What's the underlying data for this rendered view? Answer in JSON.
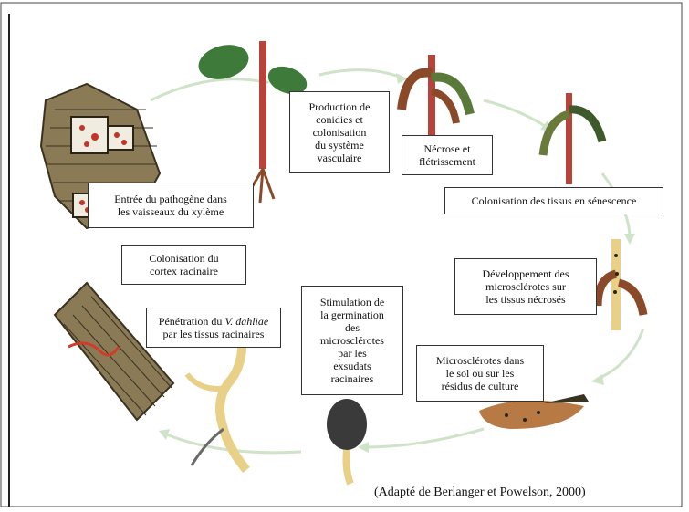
{
  "labels": {
    "production": "Production de\nconidies et\ncolonisation\ndu système\nvasculaire",
    "necrose": "Nécrose et\nflétrissement",
    "senescence": "Colonisation des tissus en sénescence",
    "entree": "Entrée du pathogène dans\nles vaisseaux du xylème",
    "cortex": "Colonisation du\ncortex racinaire",
    "developpement": "Développement des\nmicrosclérotes sur\nles tissus nécrosés",
    "stimulation": "Stimulation de\nla germination\ndes\nmicrosclérotes\npar les\nexsudats\nracinaires",
    "penetration_a": "Pénétration du ",
    "penetration_species": "V. dahliae",
    "penetration_b": "\npar les tissus racinaires",
    "sol": "Microsclérotes dans\nle sol ou sur les\nrésidus de culture"
  },
  "caption": "(Adapté de Berlanger et Powelson, 2000)",
  "colors": {
    "cycle_arrow": "#cfe3c8",
    "leaf_green": "#3e7a3a",
    "necrotic_brown": "#8a4a2a",
    "stem_red": "#b8433a",
    "soil": "#b87a45",
    "tissue": "#8a7a55"
  }
}
